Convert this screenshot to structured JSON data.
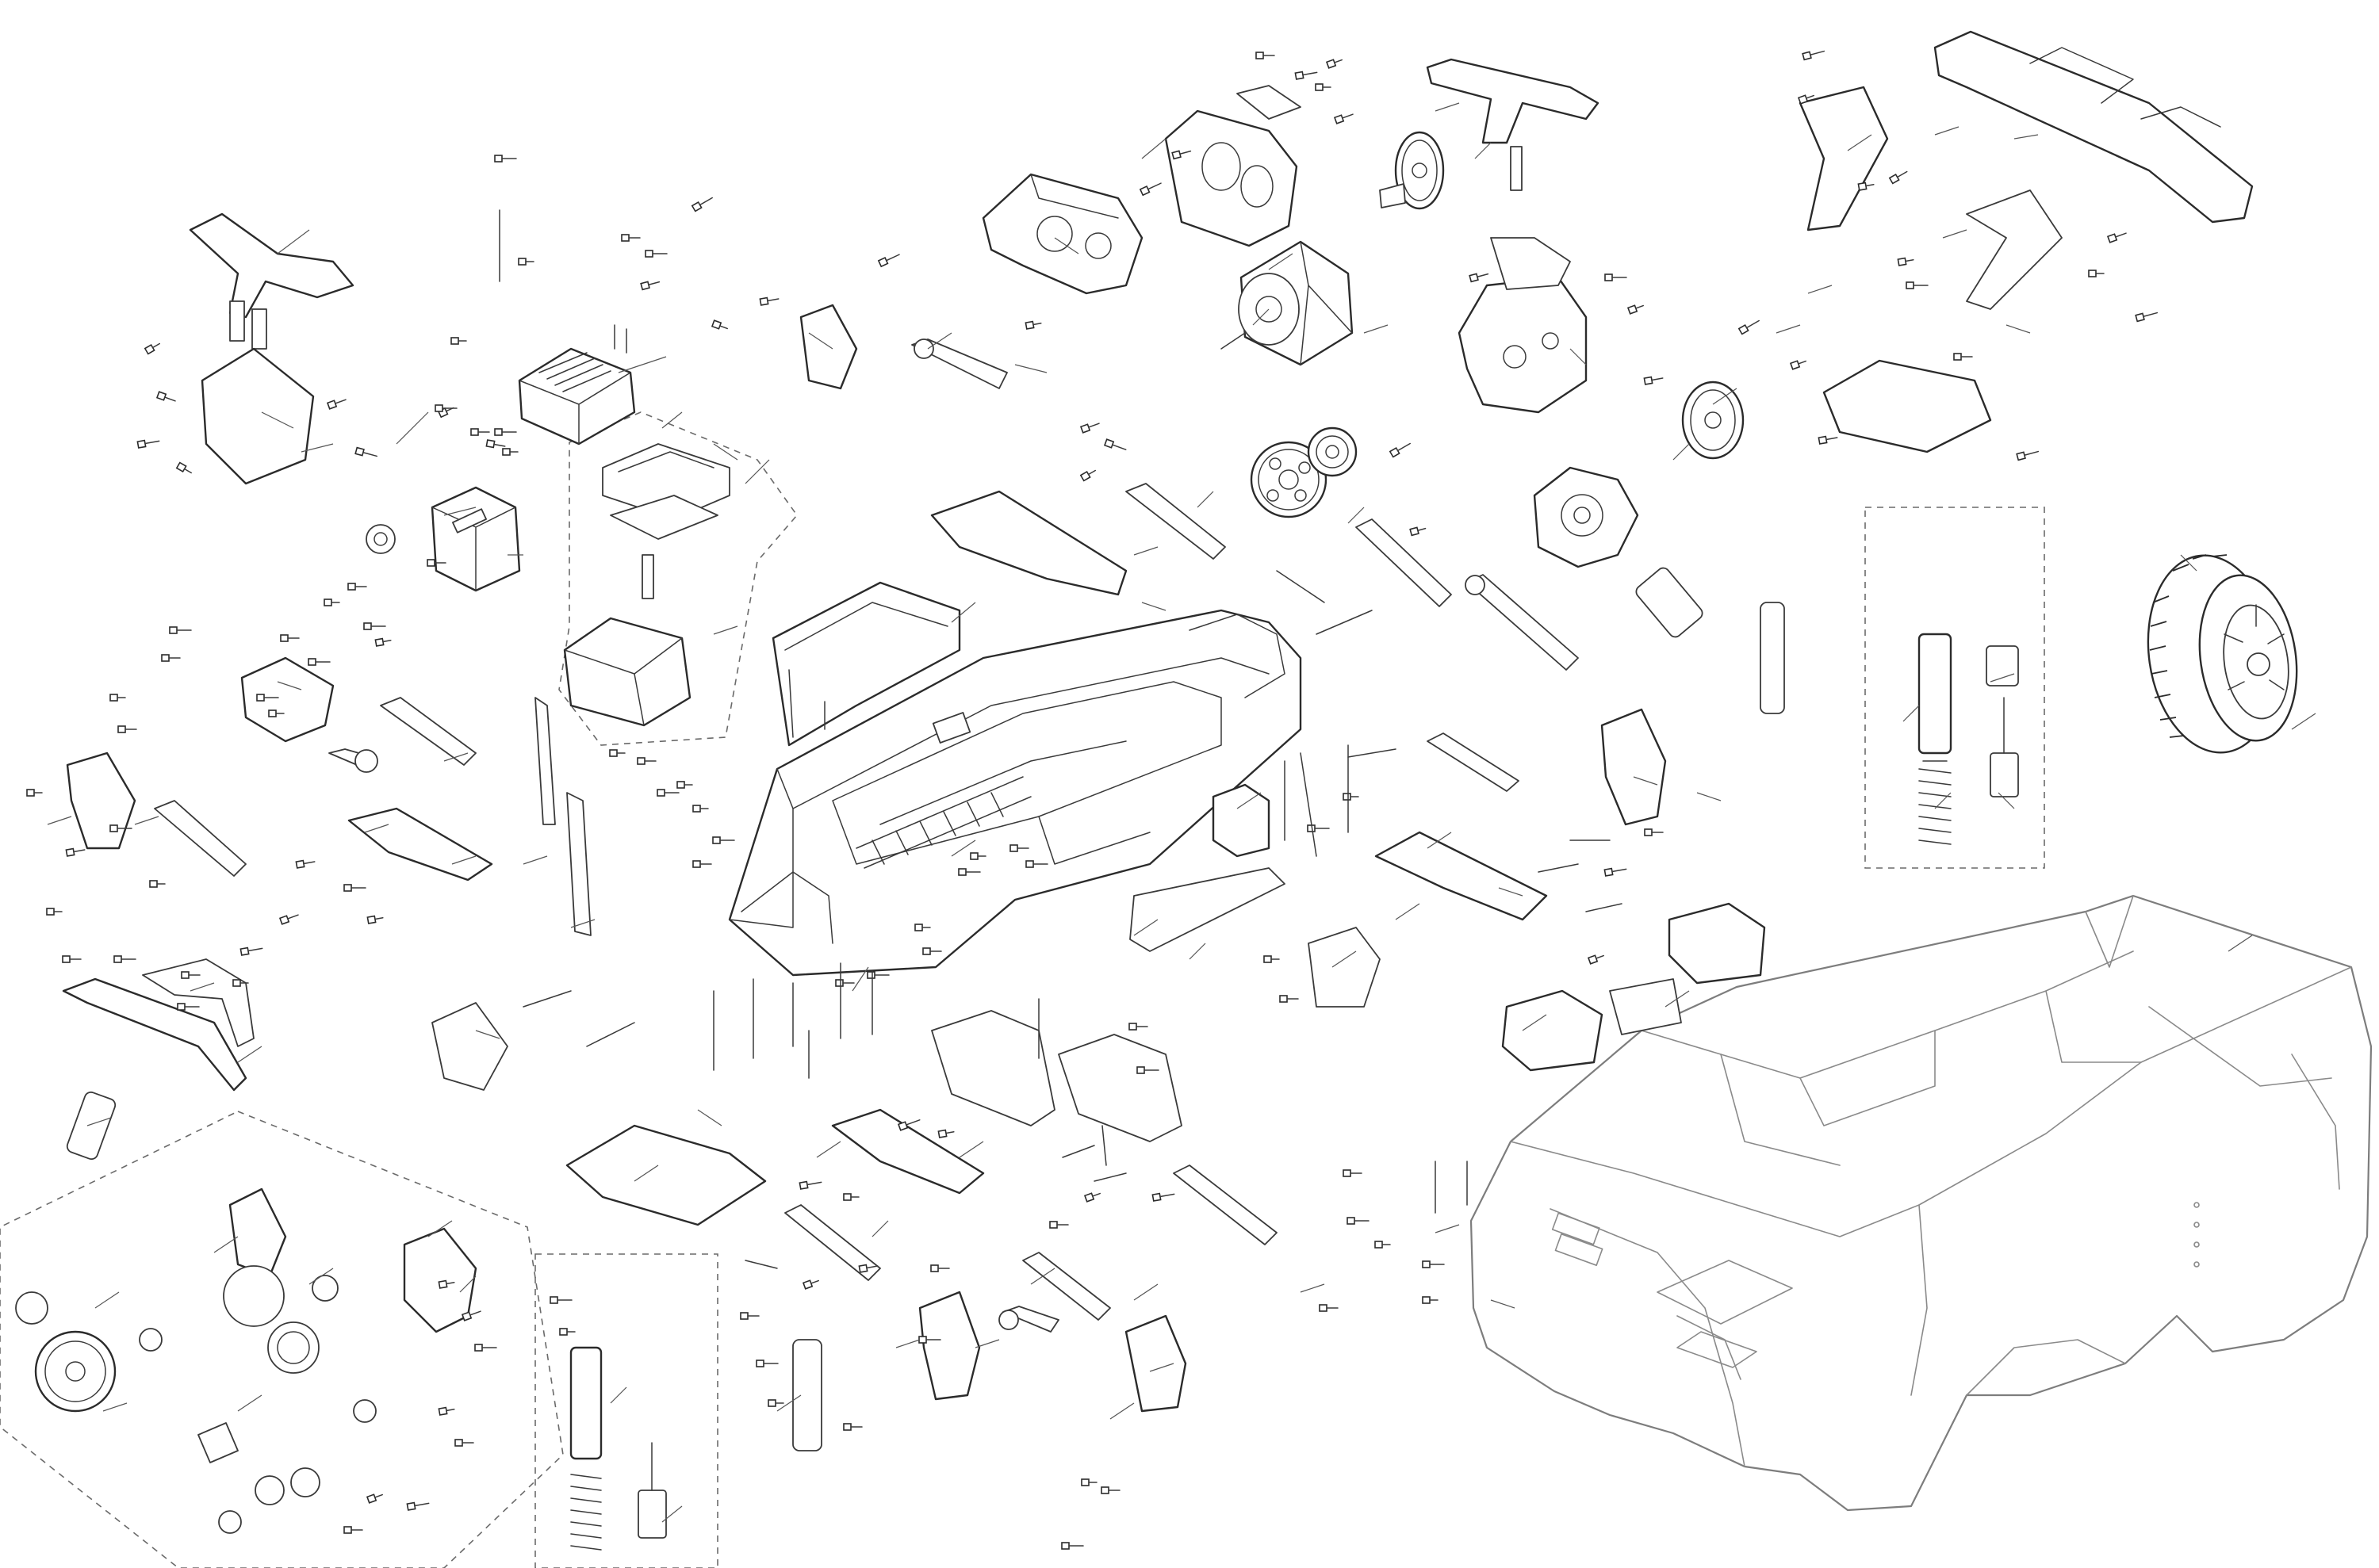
{
  "page": {
    "background": "#ffffff",
    "line_color": "#2b2b2b",
    "body_line_color": "#7d7d7d"
  },
  "diagram": {
    "parts": [
      {
        "id": "chassis",
        "icon": "chassis-tub"
      },
      {
        "id": "body-shell",
        "icon": "truck-body-shell"
      },
      {
        "id": "wheel-tire",
        "icon": "wheel-tire"
      },
      {
        "id": "esc",
        "icon": "speed-controller"
      },
      {
        "id": "servo",
        "icon": "servo"
      },
      {
        "id": "motor",
        "icon": "motor"
      },
      {
        "id": "spur-gear",
        "icon": "spur-gear"
      },
      {
        "id": "gearbox-front",
        "icon": "gearbox-housing"
      },
      {
        "id": "gearbox-rear",
        "icon": "gearbox-housing"
      },
      {
        "id": "battery-box",
        "icon": "battery-box"
      },
      {
        "id": "rear-bumper",
        "icon": "bumper"
      },
      {
        "id": "front-bumper",
        "icon": "bumper"
      },
      {
        "id": "shock-kit-right",
        "icon": "shock-absorber"
      },
      {
        "id": "shock-kit-left",
        "icon": "shock-absorber"
      },
      {
        "id": "differential-kit",
        "icon": "differential"
      }
    ],
    "groups": [
      "battery-box-kit",
      "differential-kit",
      "shock-kit-left",
      "shock-kit-right"
    ]
  }
}
